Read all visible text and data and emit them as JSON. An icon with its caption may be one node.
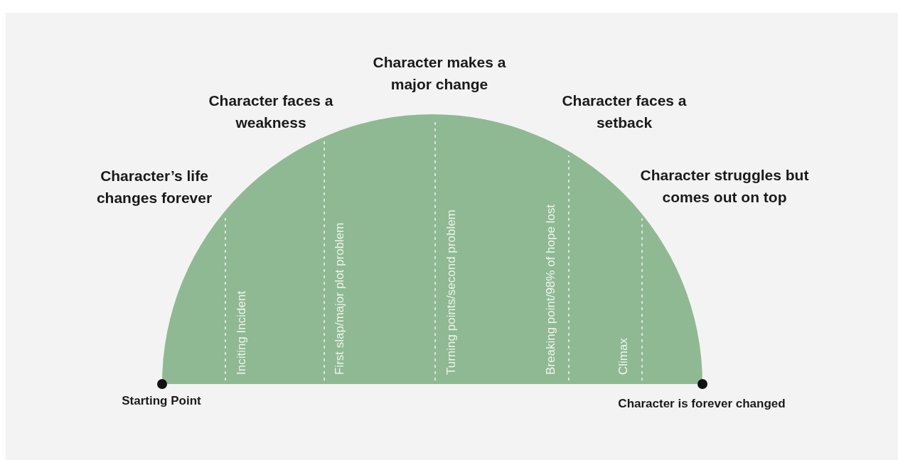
{
  "diagram": {
    "labels": [
      "Character makes a major change",
      "Character faces a weakness",
      "Character faces a setback",
      "Character’s life changes forever",
      "Character struggles but comes out on top",
      "Inciting Incident",
      "First slap/major plot problem",
      "Turning points/second problem",
      "Breaking point/98% of hope lost",
      "Climax",
      "Starting Point",
      "Character is forever changed"
    ]
  }
}
